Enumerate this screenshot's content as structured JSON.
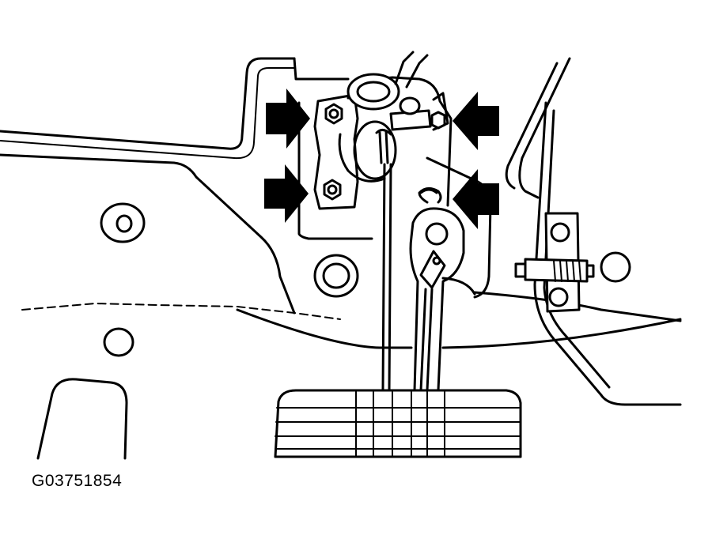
{
  "figure": {
    "id_label": "G03751854"
  },
  "diagram": {
    "subject": "brake-pedal-bracket-mounting-nuts",
    "callout_arrows": 4,
    "mounting_nuts": 4
  },
  "colors": {
    "line": "#000000",
    "background": "#ffffff"
  }
}
